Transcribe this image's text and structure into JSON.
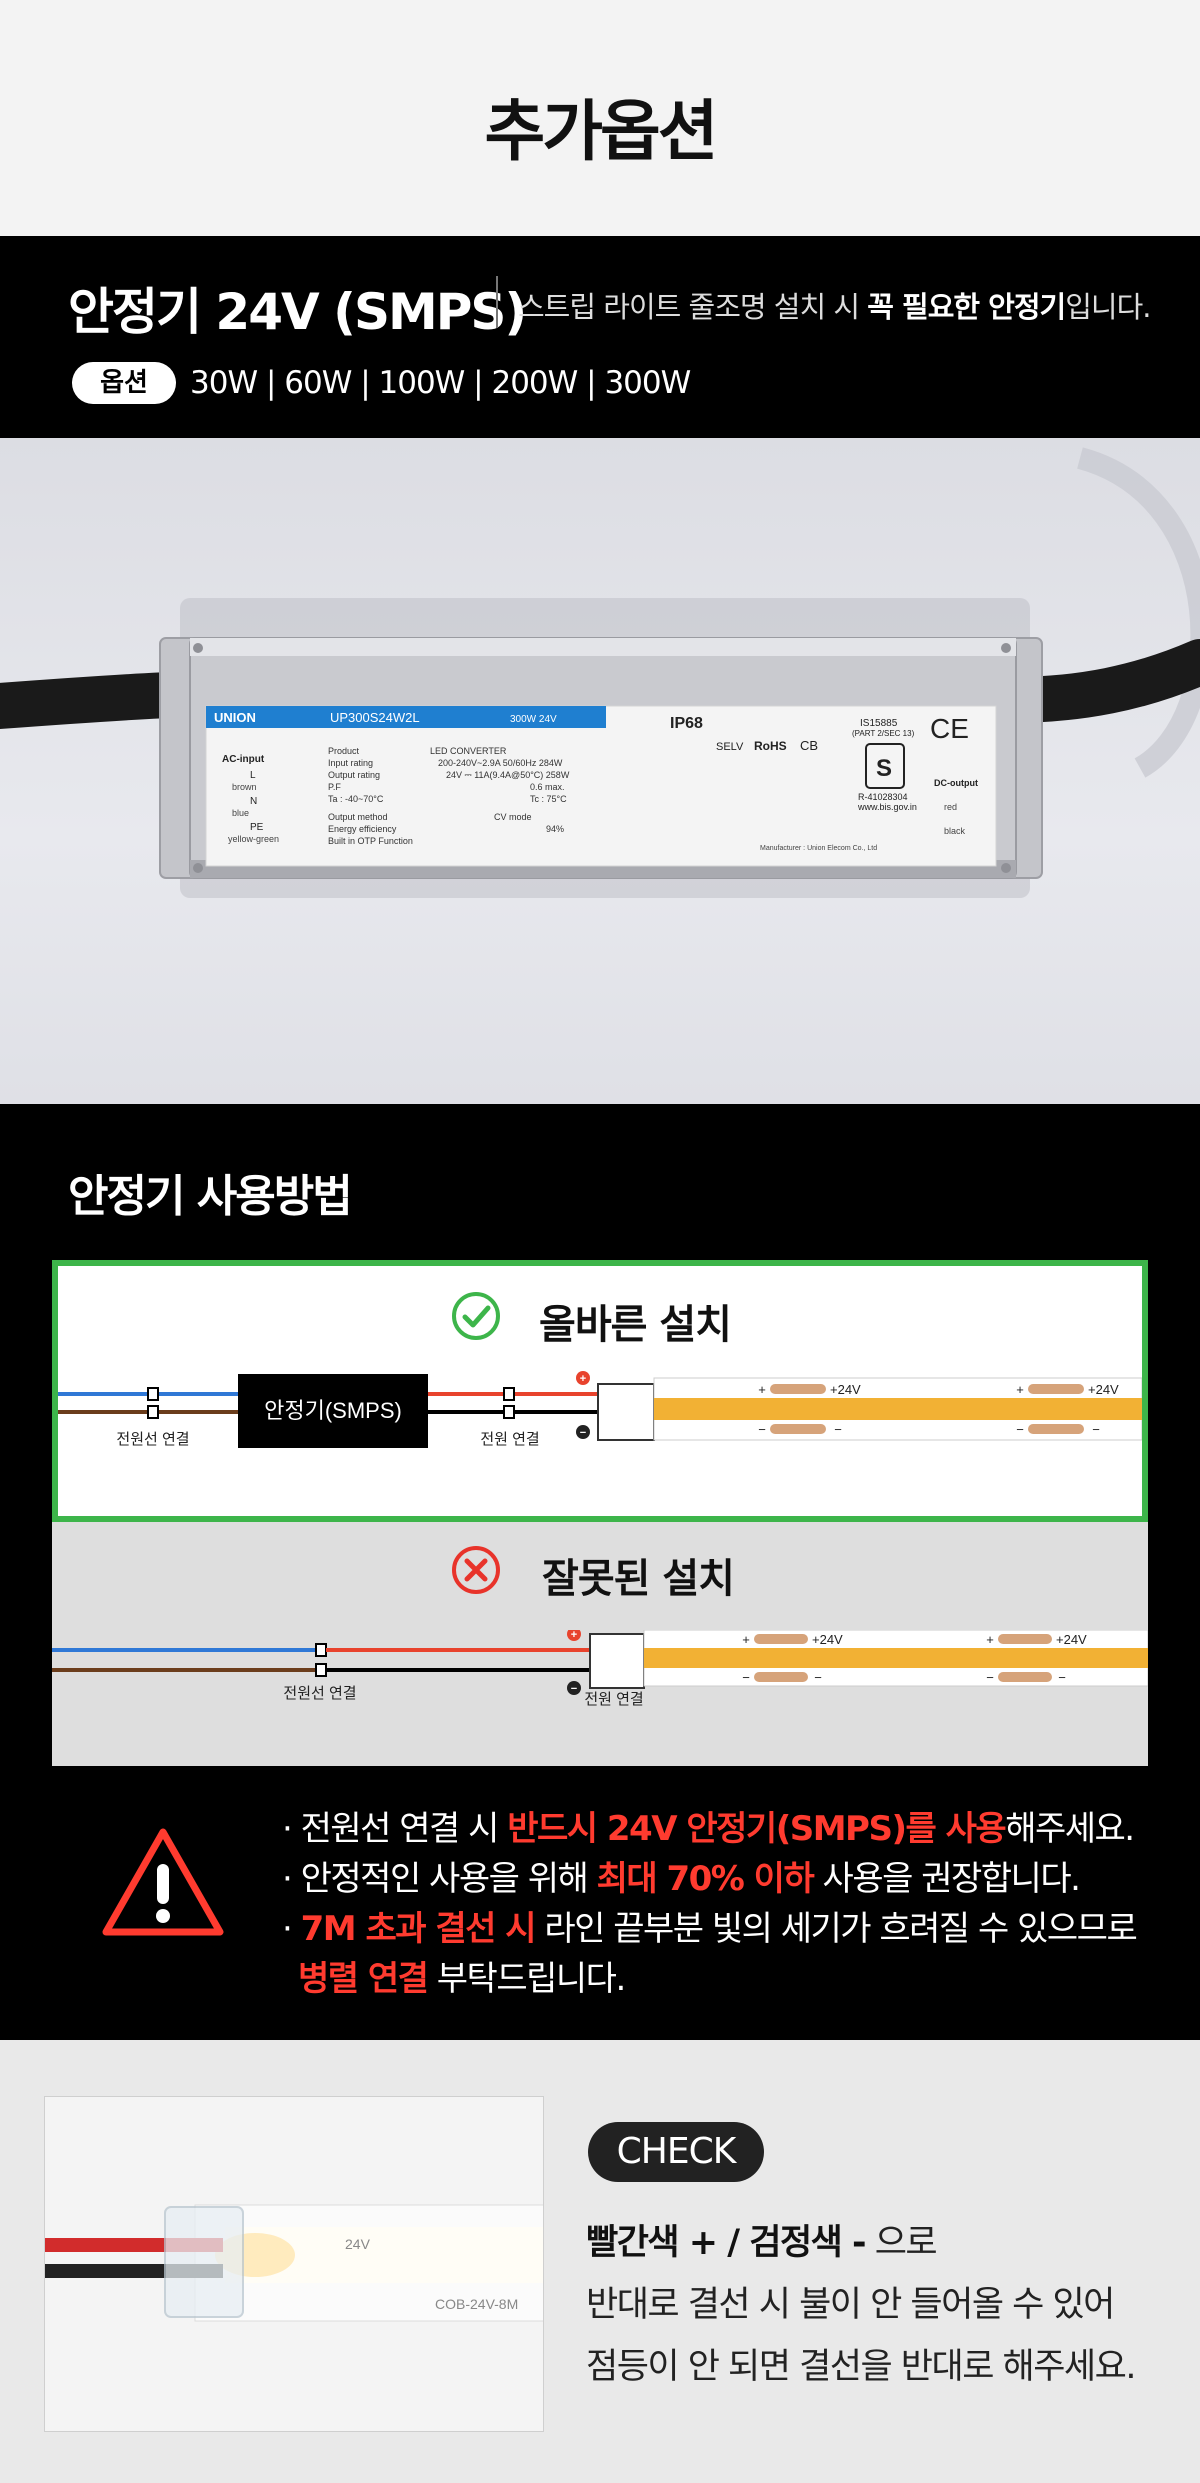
{
  "page": {
    "title": "추가옵션"
  },
  "product": {
    "name": "안정기 24V (SMPS)",
    "tagline_plain1": "스트립 라이트 줄조명 설치 시 ",
    "tagline_bold": "꼭 필요한 안정기",
    "tagline_plain2": "입니다.",
    "option_label": "옵션",
    "options_text": "30W | 60W | 100W | 200W | 300W"
  },
  "product_label": {
    "brand": "UNION",
    "model": "UP300S24W2L",
    "power": "300W  24V",
    "ip": "IP68",
    "ac_input": "AC-input",
    "l": "L",
    "brown": "brown",
    "n": "N",
    "blue": "blue",
    "pe": "PE",
    "yellow_green": "yellow-green",
    "spec_keys": [
      "Product",
      "Input rating",
      "Output rating",
      "P.F",
      "Ta : -40~70°C",
      "Output method",
      "Energy efficiency",
      "Built in OTP Function"
    ],
    "spec_vals": [
      "LED CONVERTER",
      "200-240V~2.9A  50/60Hz 284W",
      "24V ⎓ 11A(9.4A@50°C) 258W",
      "0.6 max.",
      "Tc : 75°C",
      "CV mode",
      "94%",
      ""
    ],
    "selv": "SELV",
    "rohs": "RoHS",
    "cb": "CB",
    "is_code": "IS15885",
    "is_part": "(PART 2/SEC 13)",
    "r_code": "R-41028304",
    "bis_url": "www.bis.gov.in",
    "dc_output": "DC-output",
    "red": "red",
    "black": "black",
    "manufacturer": "Manufacturer : Union Elecom Co., Ltd"
  },
  "usage": {
    "title": "안정기 사용방법",
    "correct_title": "올바른 설치",
    "wrong_title": "잘못된 설치",
    "smps_label": "안정기(SMPS)",
    "mains_connect": "전원선 연결",
    "power_connect": "전원 연결",
    "plus": "+",
    "minus": "−",
    "plus_24v": "+24V"
  },
  "warnings": {
    "line1_a": "· 전원선 연결 시 ",
    "line1_red": "반드시 24V 안정기(SMPS)를 사용",
    "line1_b": "해주세요.",
    "line2_a": "· 안정적인 사용을 위해 ",
    "line2_red": "최대 70% 이하",
    "line2_b": " 사용을 권장합니다.",
    "line3_a": "· ",
    "line3_red": "7M 초과 결선 시",
    "line3_b": " 라인 끝부분 빛의 세기가 흐려질 수 있으므로",
    "line4_red": "병렬 연결",
    "line4_b": " 부탁드립니다."
  },
  "check": {
    "label": "CHECK",
    "line1_bold": "빨간색 + / 검정색 -",
    "line1_b": " 으로",
    "line2": "반대로 결선 시 불이 안 들어올 수 있어",
    "line3": "점등이 안 되면 결선을 반대로 해주세요.",
    "photo_label_1": "24V",
    "photo_label_2": "COB-24V-8M"
  },
  "colors": {
    "black_band": "#000000",
    "green_border": "#3db54a",
    "warn_red": "#ff3b2f",
    "strip_yellow": "#f2b134",
    "wire_blue": "#2f78d6",
    "wire_brown": "#6b3d1c",
    "wire_red": "#e8432d"
  }
}
